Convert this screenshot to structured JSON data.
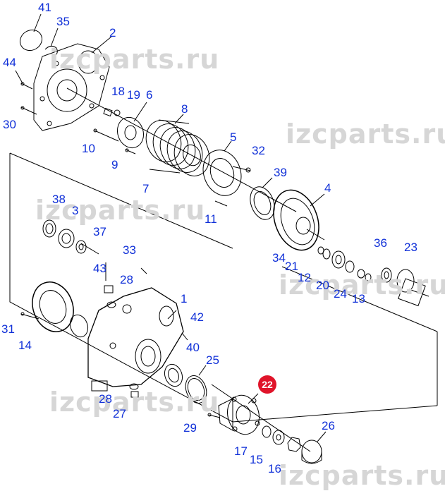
{
  "watermark": "izcparts.ru",
  "callouts": {
    "c41": "41",
    "c35": "35",
    "c2": "2",
    "c44": "44",
    "c18": "18",
    "c19": "19",
    "c6": "6",
    "c30": "30",
    "c8": "8",
    "c10": "10",
    "c5": "5",
    "c32": "32",
    "c9": "9",
    "c7": "7",
    "c39": "39",
    "c4": "4",
    "c38": "38",
    "c3": "3",
    "c11": "11",
    "c37": "37",
    "c33": "33",
    "c36": "36",
    "c23": "23",
    "c34": "34",
    "c43": "43",
    "c21": "21",
    "c28a": "28",
    "c12": "12",
    "c20": "20",
    "c24": "24",
    "c13": "13",
    "c1": "1",
    "c31": "31",
    "c42": "42",
    "c14": "14",
    "c40": "40",
    "c25": "25",
    "c22": "22",
    "c28b": "28",
    "c27": "27",
    "c29": "29",
    "c26": "26",
    "c17": "17",
    "c15": "15",
    "c16": "16"
  },
  "colors": {
    "callout": "#1030d8",
    "highlight": "#e0142a",
    "line": "#000000",
    "watermark": "#d6d6d6"
  }
}
